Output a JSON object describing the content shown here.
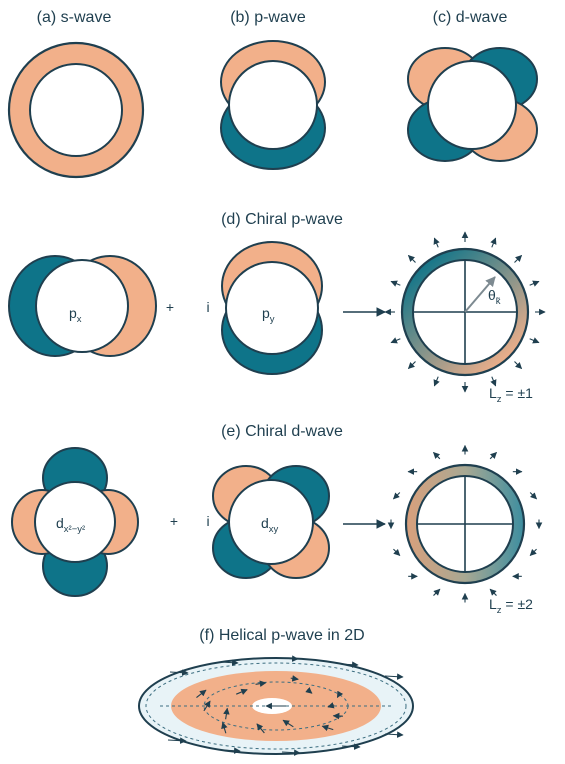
{
  "colors": {
    "orange": "#f2b08a",
    "teal": "#0e7489",
    "dark": "#1f3f4f",
    "pale": "#e8f3f7",
    "white": "#ffffff"
  },
  "titles": {
    "a": "(a) s-wave",
    "b": "(b) p-wave",
    "c": "(c) d-wave",
    "d": "(d) Chiral p-wave",
    "e": "(e) Chiral d-wave",
    "f": "(f) Helical p-wave in 2D"
  },
  "labels": {
    "px_main": "p",
    "px_sub": "x",
    "py_main": "p",
    "py_sub": "y",
    "dx2_main": "d",
    "dx2_sub": "x²−y²",
    "dxy_main": "d",
    "dxy_sub": "xy",
    "plus": "+",
    "i": "i",
    "theta_main": "θ",
    "theta_sub": "k̃",
    "lz1_main": "L",
    "lz1_sub": "z",
    "lz1_val": " = ±1",
    "lz2_main": "L",
    "lz2_sub": "z",
    "lz2_val": " = ±2"
  }
}
